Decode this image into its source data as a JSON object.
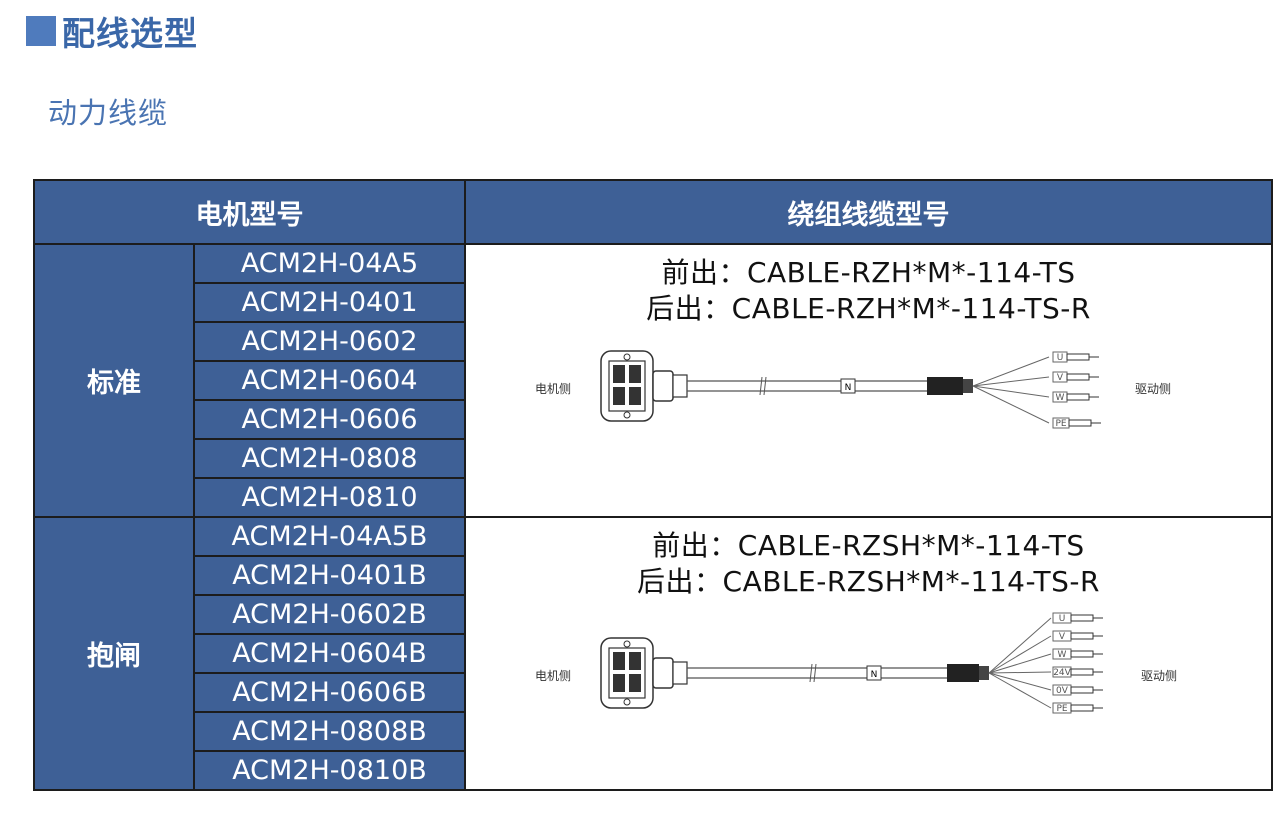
{
  "section": {
    "title": "配线选型"
  },
  "subsection": {
    "title": "动力线缆"
  },
  "table": {
    "header": {
      "motor_model": "电机型号",
      "cable_model": "绕组线缆型号"
    },
    "groups": [
      {
        "label": "标准",
        "models": [
          "ACM2H-04A5",
          "ACM2H-0401",
          "ACM2H-0602",
          "ACM2H-0604",
          "ACM2H-0606",
          "ACM2H-0808",
          "ACM2H-0810"
        ],
        "front": "前出：CABLE-RZH*M*-114-TS",
        "rear": "后出：CABLE-RZH*M*-114-TS-R",
        "diagram": {
          "motor_side": "电机侧",
          "drive_side": "驱动侧",
          "center_mark": "N",
          "pins": [
            "U",
            "V",
            "W",
            "PE"
          ]
        }
      },
      {
        "label": "抱闸",
        "models": [
          "ACM2H-04A5B",
          "ACM2H-0401B",
          "ACM2H-0602B",
          "ACM2H-0604B",
          "ACM2H-0606B",
          "ACM2H-0808B",
          "ACM2H-0810B"
        ],
        "front": "前出：CABLE-RZSH*M*-114-TS",
        "rear": "后出：CABLE-RZSH*M*-114-TS-R",
        "diagram": {
          "motor_side": "电机侧",
          "drive_side": "驱动侧",
          "center_mark": "N",
          "pins": [
            "U",
            "V",
            "W",
            "24V",
            "0V",
            "PE"
          ]
        }
      }
    ]
  },
  "colors": {
    "header_bg": "#3e6096",
    "title": "#3a67a8",
    "accent_square": "#4f7bbd"
  }
}
